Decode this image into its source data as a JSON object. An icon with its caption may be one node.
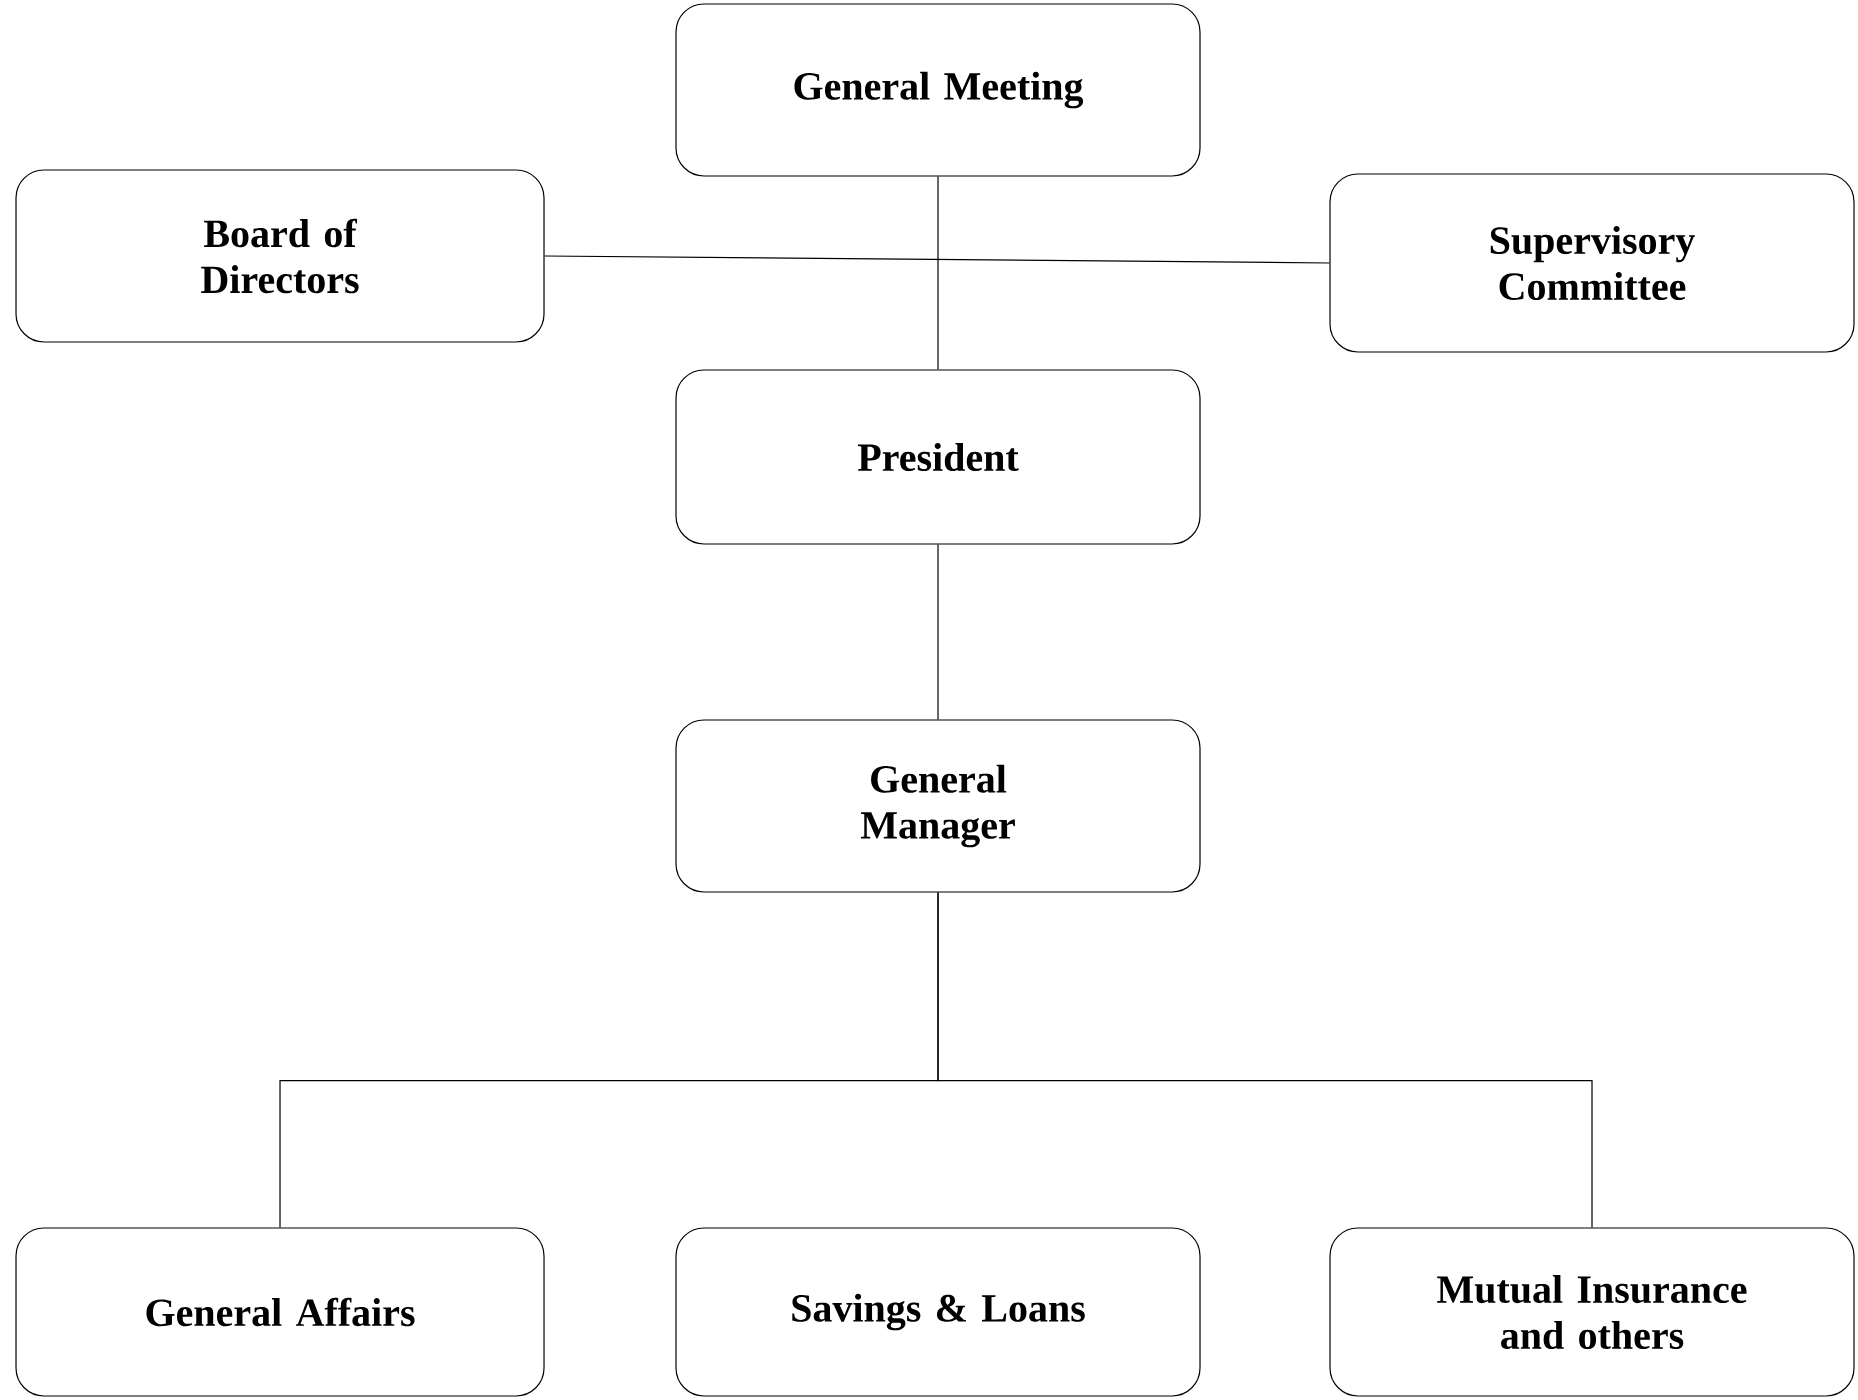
{
  "diagram": {
    "nodes": [
      {
        "text": [
          "General Meeting"
        ]
      },
      {
        "text": [
          "Board of Directors"
        ]
      },
      {
        "text": [
          "Supervisory Committee"
        ]
      },
      {
        "text": [
          "President"
        ]
      },
      {
        "text": [
          "General Manager"
        ]
      },
      {
        "text": [
          "General Affairs"
        ]
      },
      {
        "text": [
          "Savings & Loans"
        ]
      },
      {
        "text": [
          "Mutual Insurance and others"
        ]
      }
    ],
    "edges": [
      {
        "from": 0,
        "to": 3,
        "arrow": "none"
      },
      {
        "from": 1,
        "to": 2,
        "arrow": "none"
      },
      {
        "from": 3,
        "to": 4,
        "arrow": "none"
      },
      {
        "from": 4,
        "to": 5,
        "arrow": "none"
      },
      {
        "from": 4,
        "to": 7,
        "arrow": "none"
      }
    ]
  }
}
